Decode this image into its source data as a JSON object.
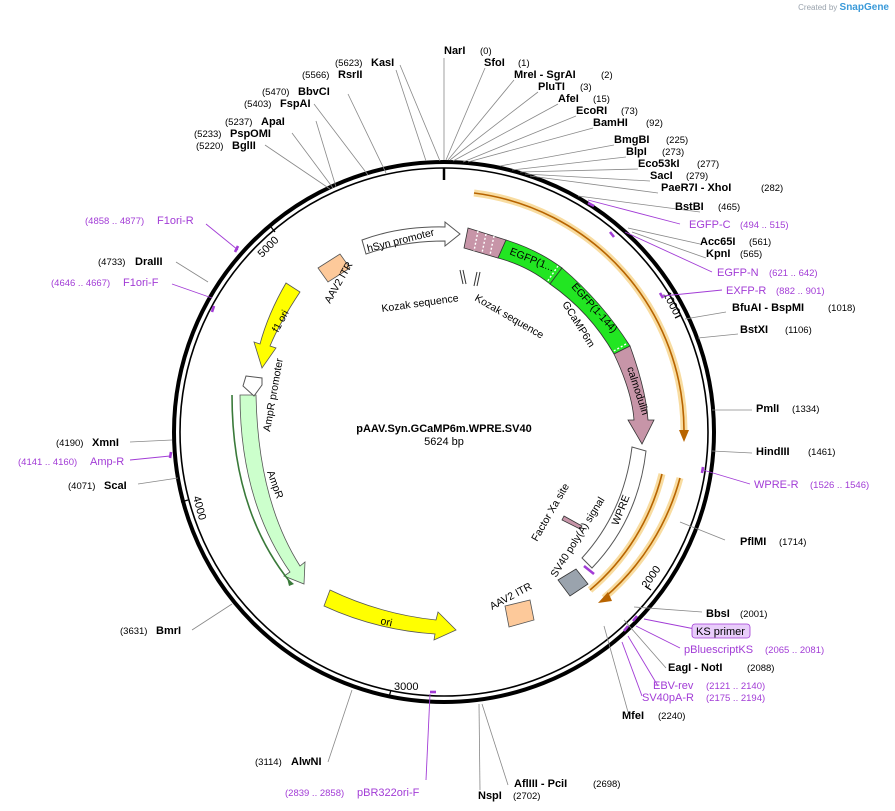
{
  "credit": {
    "created_by": "Created by",
    "app": "SnapGene"
  },
  "plasmid": {
    "name": "pAAV.Syn.GCaMP6m.WPRE.SV40",
    "length_label": "5624 bp"
  },
  "ticks": [
    "1000",
    "2000",
    "3000",
    "4000",
    "5000"
  ],
  "sites": [
    {
      "name": "NarI",
      "pos": "(0)"
    },
    {
      "name": "SfoI",
      "pos": "(1)"
    },
    {
      "name": "MreI - SgrAI",
      "pos": "(2)"
    },
    {
      "name": "PluTI",
      "pos": "(3)"
    },
    {
      "name": "AfeI",
      "pos": "(15)"
    },
    {
      "name": "EcoRI",
      "pos": "(73)"
    },
    {
      "name": "BamHI",
      "pos": "(92)"
    },
    {
      "name": "BmgBI",
      "pos": "(225)"
    },
    {
      "name": "BlpI",
      "pos": "(273)"
    },
    {
      "name": "Eco53kI",
      "pos": "(277)"
    },
    {
      "name": "SacI",
      "pos": "(279)"
    },
    {
      "name": "PaeR7I - XhoI",
      "pos": "(282)"
    },
    {
      "name": "BstBI",
      "pos": "(465)"
    },
    {
      "name": "Acc65I",
      "pos": "(561)"
    },
    {
      "name": "KpnI",
      "pos": "(565)"
    },
    {
      "name": "BfuAI - BspMI",
      "pos": "(1018)"
    },
    {
      "name": "BstXI",
      "pos": "(1106)"
    },
    {
      "name": "PmlI",
      "pos": "(1334)"
    },
    {
      "name": "HindIII",
      "pos": "(1461)"
    },
    {
      "name": "PflMI",
      "pos": "(1714)"
    },
    {
      "name": "BbsI",
      "pos": "(2001)"
    },
    {
      "name": "EagI - NotI",
      "pos": "(2088)"
    },
    {
      "name": "MfeI",
      "pos": "(2240)"
    },
    {
      "name": "AflIII - PciI",
      "pos": "(2698)"
    },
    {
      "name": "NspI",
      "pos": "(2702)"
    },
    {
      "name": "AlwNI",
      "pos": "(3114)"
    },
    {
      "name": "BmrI",
      "pos": "(3631)"
    },
    {
      "name": "ScaI",
      "pos": "(4071)"
    },
    {
      "name": "XmnI",
      "pos": "(4190)"
    },
    {
      "name": "DraIII",
      "pos": "(4733)"
    },
    {
      "name": "BglII",
      "pos": "(5220)"
    },
    {
      "name": "PspOMI",
      "pos": "(5233)"
    },
    {
      "name": "ApaI",
      "pos": "(5237)"
    },
    {
      "name": "FspAI",
      "pos": "(5403)"
    },
    {
      "name": "BbvCI",
      "pos": "(5470)"
    },
    {
      "name": "RsrII",
      "pos": "(5566)"
    },
    {
      "name": "KasI",
      "pos": "(5623)"
    }
  ],
  "primers": [
    {
      "name": "EGFP-C",
      "range": "(494 .. 515)"
    },
    {
      "name": "EGFP-N",
      "range": "(621 .. 642)"
    },
    {
      "name": "EXFP-R",
      "range": "(882 .. 901)"
    },
    {
      "name": "WPRE-R",
      "range": "(1526 .. 1546)"
    },
    {
      "name": "KS primer",
      "range": ""
    },
    {
      "name": "pBluescriptKS",
      "range": "(2065 .. 2081)"
    },
    {
      "name": "EBV-rev",
      "range": "(2121 .. 2140)"
    },
    {
      "name": "SV40pA-R",
      "range": "(2175 .. 2194)"
    },
    {
      "name": "pBR322ori-F",
      "range": "(2839 .. 2858)"
    },
    {
      "name": "Amp-R",
      "range": "(4141 .. 4160)"
    },
    {
      "name": "F1ori-F",
      "range": "(4646 .. 4667)"
    },
    {
      "name": "F1ori-R",
      "range": "(4858 .. 4877)"
    }
  ],
  "features": {
    "hsyn": "hSyn promoter",
    "kozak1": "Kozak sequence",
    "kozak2": "Kozak sequence",
    "egfp1": "EGFP(1...",
    "egfp2": "EGFP(1-144)",
    "gcamp": "GCaMP6m",
    "calmodulin": "calmodulin",
    "wpre": "WPRE",
    "factorxa": "Factor Xa site",
    "sv40": "SV40 poly(A) signal",
    "itr_top": "AAV2 ITR",
    "itr_bottom": "AAV2 ITR",
    "f1ori": "f1 ori",
    "ampr_prom": "AmpR promoter",
    "ampr": "AmpR",
    "ori": "ori"
  },
  "colors": {
    "backbone": "#000000",
    "egfp": "#22e622",
    "calmodulin": "#c795a8",
    "f1ori": "#ffff00",
    "ori": "#ffff00",
    "ampr": "#ccffcc",
    "itr": "#fdc99a",
    "sv40": "#9aa3ad",
    "primer": "#a23cd6",
    "orf": "#f0a020",
    "enzyme_line": "#888888"
  }
}
